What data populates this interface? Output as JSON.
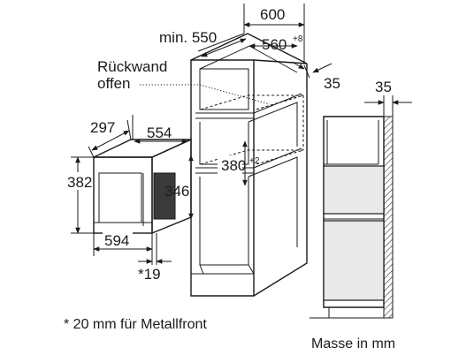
{
  "labels": {
    "cabinet_width": "600",
    "cabinet_depth_min": "min. 550",
    "niche_width": "560",
    "niche_width_tol": "+8",
    "rear_wall_1": "Rückwand",
    "rear_wall_2": "offen",
    "side_gap_cabinet": "35",
    "side_gap_wall": "35",
    "appliance_depth": "297",
    "appliance_width_top": "554",
    "appliance_height": "382",
    "appliance_inner_height": "346",
    "appliance_width_bottom": "594",
    "front_offset": "*19",
    "niche_height": "380",
    "niche_height_tol": "+2"
  },
  "notes": {
    "footnote": "* 20 mm für Metallfront",
    "units": "Masse in mm"
  }
}
